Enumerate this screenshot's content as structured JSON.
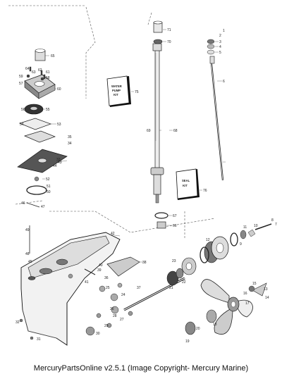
{
  "footer": {
    "text": "MercuryPartsOnline v2.5.1 (Image Copyright- Mercury Marine)"
  },
  "kits": {
    "water_pump_kit": {
      "label_line1": "WATER",
      "label_line2": "PUMP",
      "label_line3": "KIT",
      "ref": "75"
    },
    "seal_kit": {
      "label_line1": "SEAL",
      "label_line2": "KIT",
      "ref": "76"
    }
  },
  "callouts": {
    "c71": "71",
    "c70": "70",
    "c69": "69",
    "c68": "68",
    "c67": "67",
    "c66": "66",
    "c65": "65",
    "c64": "64",
    "c63": "63",
    "c62": "62",
    "c61": "61",
    "c60": "60",
    "c59": "59",
    "c58": "58",
    "c57": "57",
    "c56": "56",
    "c55": "55",
    "c54": "54",
    "c53": "53",
    "c52": "52",
    "c51": "51",
    "c50": "50",
    "c49": "49",
    "c48": "48",
    "c47": "47",
    "c46": "46",
    "c45": "45",
    "c44": "44",
    "c43": "43",
    "c42": "42",
    "c41": "41",
    "c40": "40",
    "c39": "39",
    "c38": "38",
    "c37": "37",
    "c36": "36",
    "c35": "35",
    "c34": "34",
    "c33": "33",
    "c32": "32",
    "c31": "31",
    "c30": "30",
    "c29": "29",
    "c28": "28",
    "c27": "27",
    "c26": "26",
    "c25": "25",
    "c24": "24",
    "c23": "23",
    "c22": "22",
    "c21": "21",
    "c20": "20",
    "c19": "19",
    "c18": "18",
    "c17": "17",
    "c16": "16",
    "c15": "15",
    "c14": "14",
    "c13": "13",
    "c12": "12",
    "c11": "11",
    "c10": "10",
    "c9": "9",
    "c8": "8",
    "c7": "7",
    "c6": "6",
    "c5": "5",
    "c4": "4",
    "c3": "3",
    "c2": "2",
    "c1": "1"
  }
}
